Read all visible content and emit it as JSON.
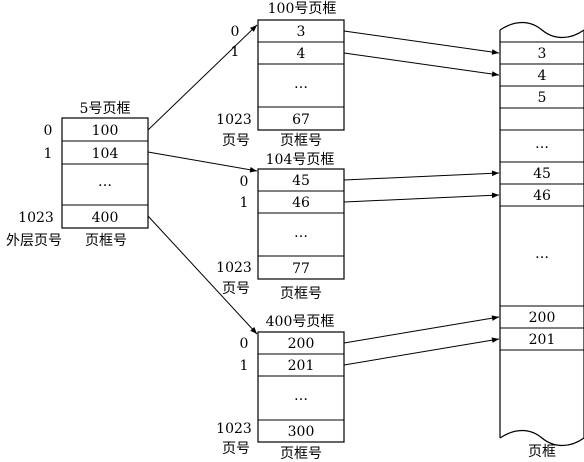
{
  "outer_table": {
    "title": "5号页框",
    "index_label": "外层页号",
    "frame_label": "页框号",
    "rows": [
      {
        "page": "0",
        "frame": "100"
      },
      {
        "page": "1",
        "frame": "104"
      },
      {
        "page": "",
        "frame": "…"
      },
      {
        "page": "1023",
        "frame": "400"
      }
    ]
  },
  "inner_tables": [
    {
      "title": "100号页框",
      "index_label": "页号",
      "frame_label": "页框号",
      "rows": [
        {
          "page": "0",
          "frame": "3"
        },
        {
          "page": "1",
          "frame": "4"
        },
        {
          "page": "",
          "frame": "…"
        },
        {
          "page": "1023",
          "frame": "67"
        }
      ]
    },
    {
      "title": "104号页框",
      "index_label": "页号",
      "frame_label": "页框号",
      "rows": [
        {
          "page": "0",
          "frame": "45"
        },
        {
          "page": "1",
          "frame": "46"
        },
        {
          "page": "",
          "frame": "…"
        },
        {
          "page": "1023",
          "frame": "77"
        }
      ]
    },
    {
      "title": "400号页框",
      "index_label": "页号",
      "frame_label": "页框号",
      "rows": [
        {
          "page": "0",
          "frame": "200"
        },
        {
          "page": "1",
          "frame": "201"
        },
        {
          "page": "",
          "frame": "…"
        },
        {
          "page": "1023",
          "frame": "300"
        }
      ]
    }
  ],
  "memory": {
    "label": "页框",
    "frames": [
      "3",
      "4",
      "5",
      "",
      "…",
      "45",
      "46",
      "…",
      "200",
      "201"
    ]
  }
}
